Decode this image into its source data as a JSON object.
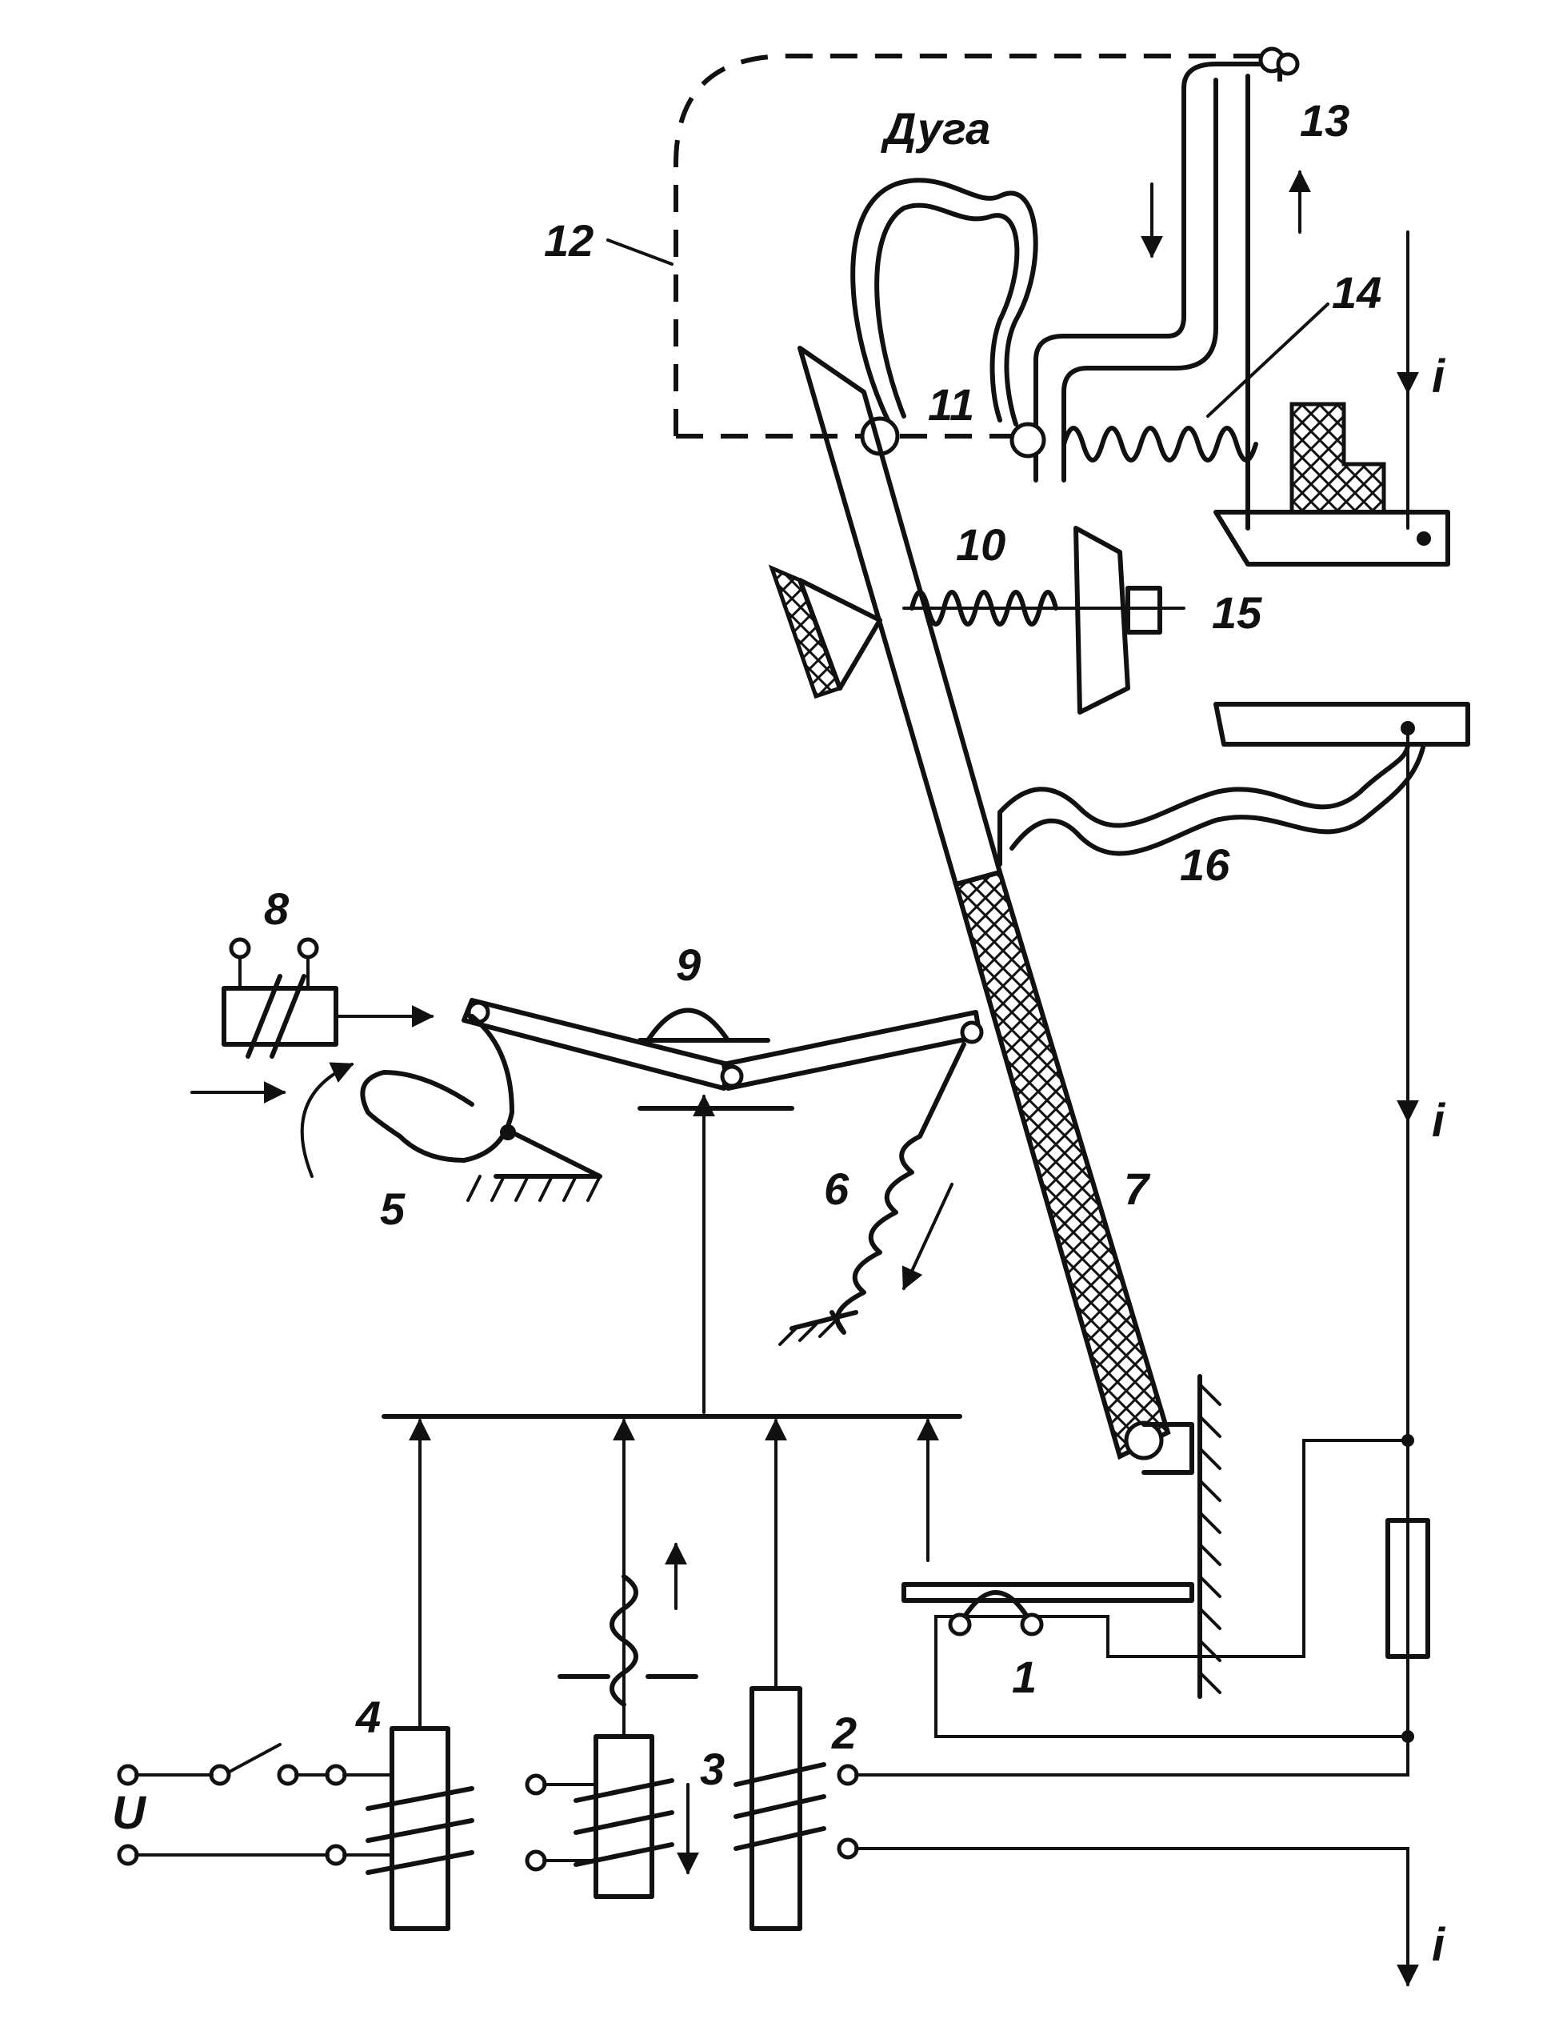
{
  "labels": {
    "arc": "Дуга",
    "n1": "1",
    "n2": "2",
    "n3": "3",
    "n4": "4",
    "n5": "5",
    "n6": "6",
    "n7": "7",
    "n8": "8",
    "n9": "9",
    "n10": "10",
    "n11": "11",
    "n12": "12",
    "n13": "13",
    "n14": "14",
    "n15": "15",
    "n16": "16",
    "current_top": "i",
    "current_mid": "i",
    "current_bottom": "i",
    "voltage": "U"
  }
}
